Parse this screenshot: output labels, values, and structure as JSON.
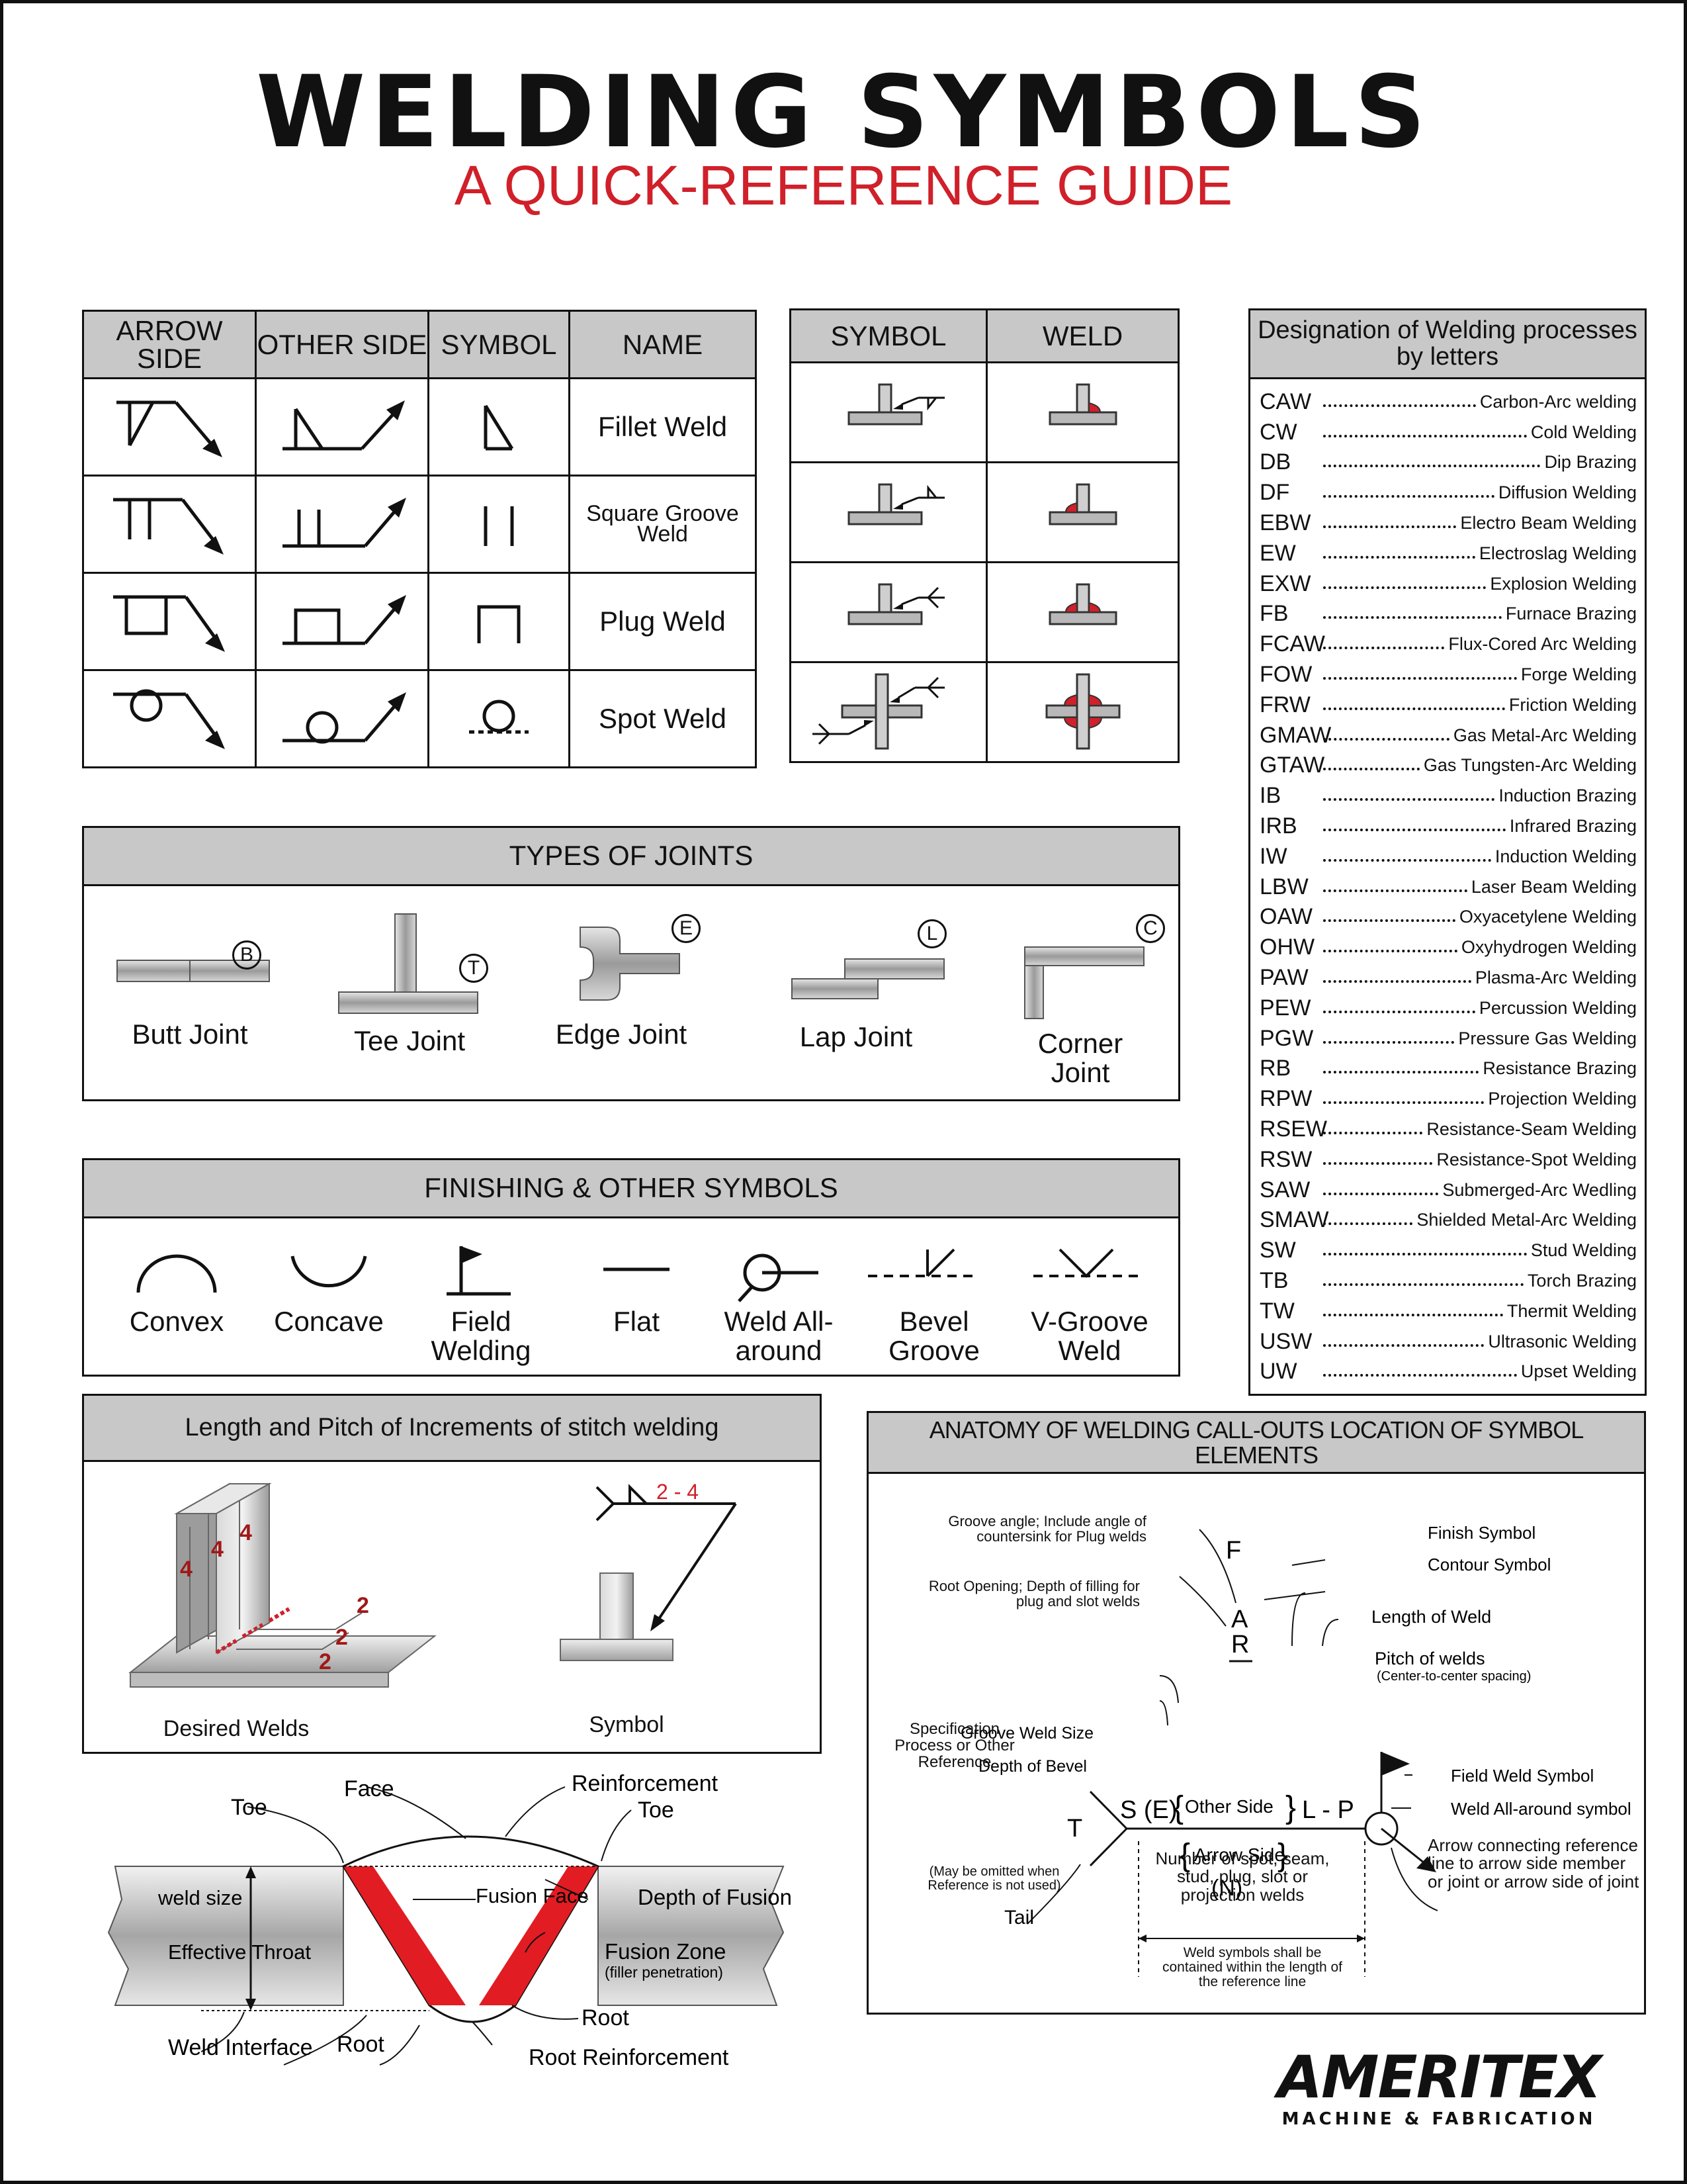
{
  "header": {
    "title": "WELDING SYMBOLS",
    "subtitle": "A QUICK-REFERENCE GUIDE"
  },
  "symbols_table": {
    "headers": [
      "ARROW SIDE",
      "OTHER SIDE",
      "SYMBOL",
      "NAME"
    ],
    "rows": [
      "Fillet Weld",
      "Square Groove Weld",
      "Plug Weld",
      "Spot Weld"
    ]
  },
  "symbol_weld_table": {
    "headers": [
      "SYMBOL",
      "WELD"
    ]
  },
  "processes": {
    "title": "Designation of Welding processes by letters",
    "items": [
      {
        "code": "CAW",
        "name": "Carbon-Arc welding"
      },
      {
        "code": "CW",
        "name": "Cold Welding"
      },
      {
        "code": "DB",
        "name": "Dip Brazing"
      },
      {
        "code": "DF",
        "name": "Diffusion Welding"
      },
      {
        "code": "EBW",
        "name": "Electro Beam Welding"
      },
      {
        "code": "EW",
        "name": "Electroslag Welding"
      },
      {
        "code": "EXW",
        "name": "Explosion Welding"
      },
      {
        "code": "FB",
        "name": "Furnace Brazing"
      },
      {
        "code": "FCAW",
        "name": "Flux-Cored Arc Welding"
      },
      {
        "code": "FOW",
        "name": "Forge Welding"
      },
      {
        "code": "FRW",
        "name": "Friction Welding"
      },
      {
        "code": "GMAW",
        "name": "Gas Metal-Arc Welding"
      },
      {
        "code": "GTAW",
        "name": "Gas Tungsten-Arc Welding"
      },
      {
        "code": "IB",
        "name": "Induction Brazing"
      },
      {
        "code": "IRB",
        "name": "Infrared Brazing"
      },
      {
        "code": "IW",
        "name": "Induction Welding"
      },
      {
        "code": "LBW",
        "name": "Laser Beam Welding"
      },
      {
        "code": "OAW",
        "name": "Oxyacetylene Welding"
      },
      {
        "code": "OHW",
        "name": "Oxyhydrogen Welding"
      },
      {
        "code": "PAW",
        "name": "Plasma-Arc Welding"
      },
      {
        "code": "PEW",
        "name": "Percussion Welding"
      },
      {
        "code": "PGW",
        "name": "Pressure Gas Welding"
      },
      {
        "code": "RB",
        "name": "Resistance Brazing"
      },
      {
        "code": "RPW",
        "name": "Projection Welding"
      },
      {
        "code": "RSEW",
        "name": "Resistance-Seam Welding"
      },
      {
        "code": "RSW",
        "name": "Resistance-Spot Welding"
      },
      {
        "code": "SAW",
        "name": "Submerged-Arc Wedling"
      },
      {
        "code": "SMAW",
        "name": "Shielded Metal-Arc Welding"
      },
      {
        "code": "SW",
        "name": "Stud Welding"
      },
      {
        "code": "TB",
        "name": "Torch Brazing"
      },
      {
        "code": "TW",
        "name": "Thermit Welding"
      },
      {
        "code": "USW",
        "name": "Ultrasonic Welding"
      },
      {
        "code": "UW",
        "name": "Upset Welding"
      }
    ]
  },
  "joints": {
    "title": "TYPES OF JOINTS",
    "items": [
      {
        "letter": "B",
        "name": "Butt Joint"
      },
      {
        "letter": "T",
        "name": "Tee Joint"
      },
      {
        "letter": "E",
        "name": "Edge Joint"
      },
      {
        "letter": "L",
        "name": "Lap Joint"
      },
      {
        "letter": "C",
        "name": "Corner Joint"
      }
    ]
  },
  "finishing": {
    "title": "FINISHING & OTHER SYMBOLS",
    "items": [
      "Convex",
      "Concave",
      "Field Welding",
      "Flat",
      "Weld All-around",
      "Bevel Groove",
      "V-Groove Weld"
    ]
  },
  "stitch": {
    "title": "Length and Pitch of Increments of stitch welding",
    "lengths": [
      "4",
      "4",
      "4"
    ],
    "pitches": [
      "2",
      "2",
      "2"
    ],
    "symbol_value": "2 - 4",
    "desired_label": "Desired Welds",
    "symbol_label": "Symbol"
  },
  "anatomy": {
    "title": "ANATOMY OF WELDING CALL-OUTS LOCATION OF SYMBOL ELEMENTS",
    "groove_angle": "Groove angle; Include angle of countersink for Plug welds",
    "root_opening": "Root Opening; Depth of filling for plug and slot welds",
    "groove_size": "Groove Weld Size",
    "depth_bevel": "Depth of Bevel",
    "spec": "Specification Process or Other Reference",
    "tail": "Tail",
    "tail_note": "(May be omitted when Reference is not used)",
    "finish_symbol": "Finish Symbol",
    "contour_symbol": "Contour Symbol",
    "length_weld": "Length of Weld",
    "pitch": "Pitch of welds",
    "pitch_note": "(Center-to-center spacing)",
    "field_weld": "Field Weld Symbol",
    "all_around": "Weld All-around symbol",
    "arrow_note": "Arrow connecting reference line to arrow side member or joint or arrow side of joint",
    "number_note": "Number of spot, seam, stud, plug, slot or projection welds",
    "length_note": "Weld symbols shall be contained within the length of the reference line",
    "F": "F",
    "A": "A",
    "R": "R",
    "S_E": "S (E)",
    "other_side": "Other Side",
    "L_P": "L - P",
    "T": "T",
    "arrow_side": "Arrow Side",
    "N": "(N)"
  },
  "cross_section": {
    "face": "Face",
    "reinforcement": "Reinforcement",
    "toe_left": "Toe",
    "toe_right": "Toe",
    "weld_size": "weld size",
    "effective_throat": "Effective Throat",
    "fusion_face": "Fusion Face",
    "depth_of_fusion": "Depth of Fusion",
    "fusion_zone": "Fusion Zone",
    "filler": "(filler penetration)",
    "root_right": "Root",
    "weld_interface": "Weld Interface",
    "root_left": "Root",
    "root_reinforcement": "Root Reinforcement"
  },
  "brand": {
    "name": "AMERITEX",
    "tagline": "MACHINE & FABRICATION",
    "accent": "#d0202a"
  }
}
